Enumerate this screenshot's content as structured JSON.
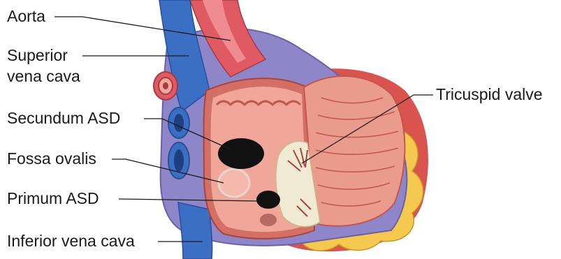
{
  "labels": {
    "aorta": "Aorta",
    "svc_line1": "Superior",
    "svc_line2": "vena cava",
    "secundum_asd": "Secundum ASD",
    "fossa_ovalis": "Fossa ovalis",
    "primum_asd": "Primum ASD",
    "ivc": "Inferior vena cava",
    "tricuspid_valve": "Tricuspid valve"
  },
  "colors": {
    "vena_cava_blue": "#3b6fc4",
    "vena_cava_dark": "#284f9a",
    "aorta_red": "#e05a63",
    "pericardium_purple": "#8f86c9",
    "atrium_pink": "#f0a79a",
    "atrium_dark": "#d46f66",
    "myocardium_red": "#d9534f",
    "fat_yellow": "#f5c84f",
    "valve_cream": "#f1ead2",
    "defect_black": "#111111"
  }
}
